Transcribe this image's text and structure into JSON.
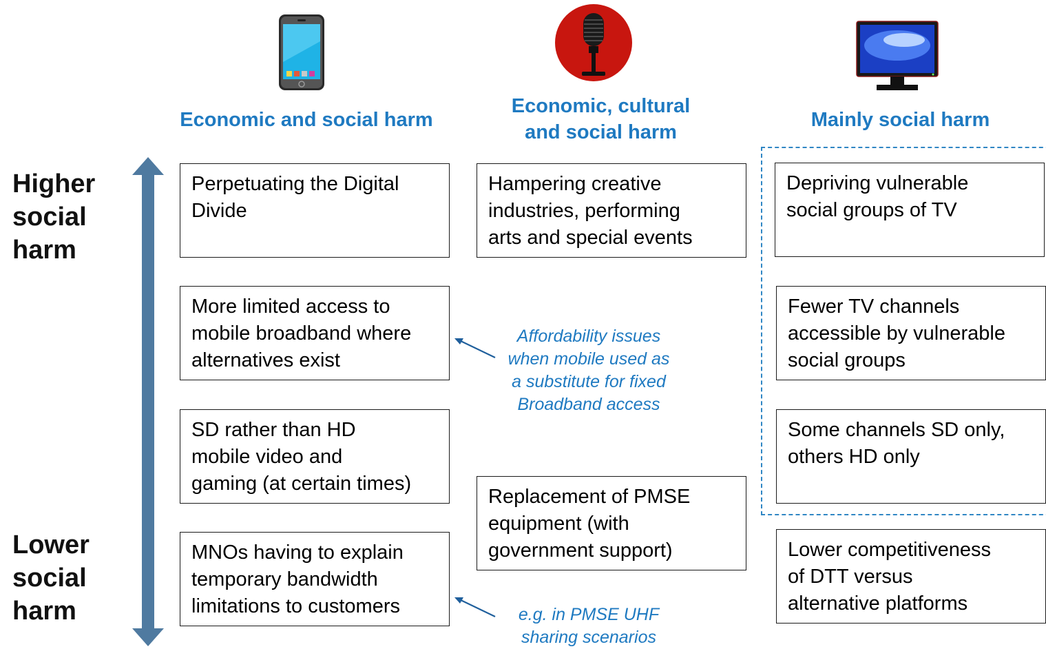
{
  "columns": [
    {
      "title": "Economic and social harm",
      "icon": "smartphone-icon"
    },
    {
      "title_line1": "Economic, cultural",
      "title_line2": "and social harm",
      "icon": "microphone-icon"
    },
    {
      "title": "Mainly social harm",
      "icon": "tv-monitor-icon"
    }
  ],
  "axis": {
    "top_label": [
      "Higher",
      "social",
      "harm"
    ],
    "bottom_label": [
      "Lower",
      "social",
      "harm"
    ]
  },
  "mobile_boxes": [
    [
      "Perpetuating the Digital",
      "Divide"
    ],
    [
      "More limited access to",
      "mobile broadband where",
      "alternatives exist"
    ],
    [
      "SD rather than HD",
      "mobile video and",
      "gaming (at certain times)"
    ],
    [
      "MNOs having to explain",
      "temporary bandwidth",
      "limitations to customers"
    ]
  ],
  "pmse_boxes": [
    [
      "Hampering creative",
      "industries, performing",
      "arts and special events"
    ],
    [
      "Replacement of PMSE",
      "equipment (with",
      "government support)"
    ]
  ],
  "tv_boxes": [
    [
      "Depriving vulnerable",
      "social groups of TV"
    ],
    [
      "Fewer TV channels",
      "accessible by vulnerable",
      "social groups"
    ],
    [
      "Some channels SD only,",
      "others HD only"
    ],
    [
      "Lower competitiveness",
      "of DTT versus",
      "alternative platforms"
    ]
  ],
  "notes": {
    "affordability": [
      "Affordability issues",
      "when mobile used as",
      "a substitute for fixed",
      "Broadband access"
    ],
    "sharing": [
      "e.g. in PMSE UHF",
      "sharing scenarios"
    ]
  },
  "colors": {
    "title_blue": "#1f7ac1",
    "axis_arrow": "#4f7aa0",
    "dashed_border": "#2f86c4",
    "mic_red": "#c8160f"
  }
}
